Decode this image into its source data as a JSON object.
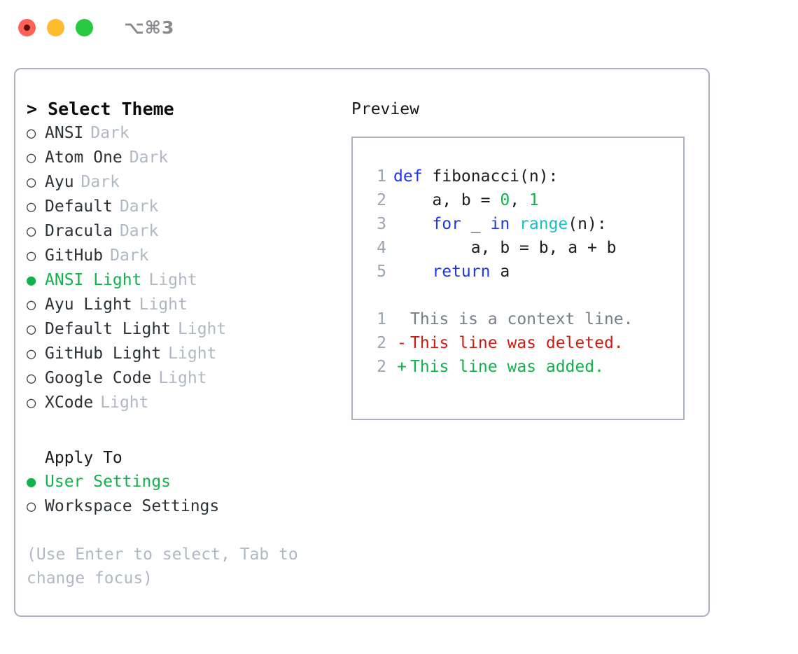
{
  "titlebar": {
    "shortcut_title": "⌥⌘3",
    "buttons": [
      {
        "name": "close",
        "color": "#FF6057"
      },
      {
        "name": "minimize",
        "color": "#FEBC2E"
      },
      {
        "name": "maximize",
        "color": "#28C840"
      }
    ]
  },
  "colors": {
    "accent_green": "#11B24C",
    "muted_gray": "#AFB8C4",
    "border": "#A9B2BE",
    "keyword_blue": "#1F35EE",
    "function_cyan": "#17BFCB",
    "diff_red": "#CC1C12",
    "text": "#2c3137"
  },
  "theme_selector": {
    "header": "> Select Theme",
    "prompt_symbol": ">",
    "selected_bullet": "●",
    "unselected_bullet": "○",
    "items": [
      {
        "label": "ANSI",
        "badge": "Dark",
        "selected": false
      },
      {
        "label": "Atom One",
        "badge": "Dark",
        "selected": false
      },
      {
        "label": "Ayu",
        "badge": "Dark",
        "selected": false
      },
      {
        "label": "Default",
        "badge": "Dark",
        "selected": false
      },
      {
        "label": "Dracula",
        "badge": "Dark",
        "selected": false
      },
      {
        "label": "GitHub",
        "badge": "Dark",
        "selected": false
      },
      {
        "label": "ANSI Light",
        "badge": "Light",
        "selected": true
      },
      {
        "label": "Ayu Light",
        "badge": "Light",
        "selected": false
      },
      {
        "label": "Default Light",
        "badge": "Light",
        "selected": false
      },
      {
        "label": "GitHub Light",
        "badge": "Light",
        "selected": false
      },
      {
        "label": "Google Code",
        "badge": "Light",
        "selected": false
      },
      {
        "label": "XCode",
        "badge": "Light",
        "selected": false
      }
    ]
  },
  "apply_to": {
    "label": "Apply To",
    "options": [
      {
        "label": "User Settings",
        "selected": true
      },
      {
        "label": "Workspace Settings",
        "selected": false
      }
    ]
  },
  "hint": "(Use Enter to select, Tab to change focus)",
  "preview": {
    "header": "Preview",
    "code": {
      "language": "python",
      "lines": [
        {
          "no": "1",
          "tokens": [
            {
              "t": "def",
              "c": "kw"
            },
            {
              "t": " fibonacci(n):",
              "c": "plain"
            }
          ]
        },
        {
          "no": "2",
          "tokens": [
            {
              "t": "    a, b = ",
              "c": "plain"
            },
            {
              "t": "0",
              "c": "num"
            },
            {
              "t": ", ",
              "c": "plain"
            },
            {
              "t": "1",
              "c": "num"
            }
          ]
        },
        {
          "no": "3",
          "tokens": [
            {
              "t": "    ",
              "c": "plain"
            },
            {
              "t": "for",
              "c": "kw"
            },
            {
              "t": " _ ",
              "c": "plain"
            },
            {
              "t": "in",
              "c": "kw"
            },
            {
              "t": " ",
              "c": "plain"
            },
            {
              "t": "range",
              "c": "fn"
            },
            {
              "t": "(n):",
              "c": "plain"
            }
          ]
        },
        {
          "no": "4",
          "tokens": [
            {
              "t": "        a, b = b, a + b",
              "c": "plain"
            }
          ]
        },
        {
          "no": "5",
          "tokens": [
            {
              "t": "    ",
              "c": "plain"
            },
            {
              "t": "return",
              "c": "kw"
            },
            {
              "t": " a",
              "c": "plain"
            }
          ]
        }
      ]
    },
    "diff": [
      {
        "no": "1",
        "sign": " ",
        "text": "This is a context line.",
        "kind": "context"
      },
      {
        "no": "2",
        "sign": "-",
        "text": "This line was deleted.",
        "kind": "deleted"
      },
      {
        "no": "2",
        "sign": "+",
        "text": "This line was added.",
        "kind": "added"
      }
    ]
  }
}
